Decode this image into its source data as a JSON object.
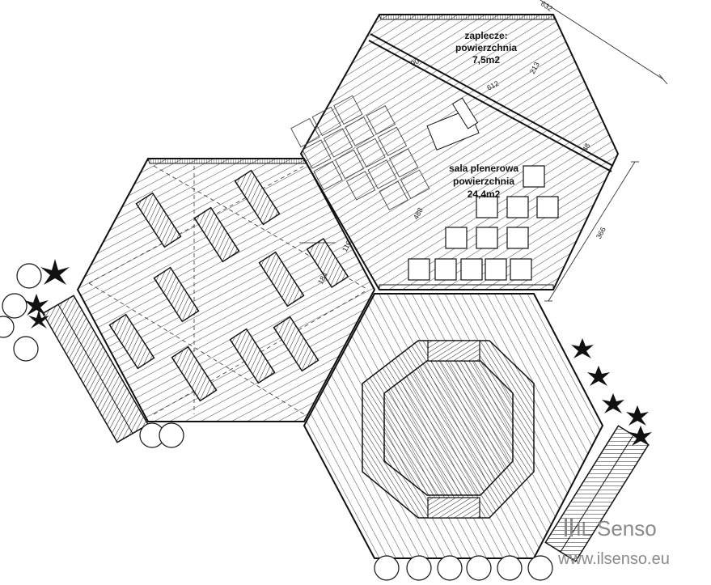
{
  "rooms": {
    "storage_label_1": "zaplecze:",
    "storage_label_2": "powierzchnia",
    "storage_label_3": "7,5m2",
    "hall_label_1": "sala plenerowa",
    "hall_label_2": "powierzchnia",
    "hall_label_3": "24,4m2"
  },
  "dimensions": {
    "d_632": "632",
    "d_213": "213",
    "d_90": "90",
    "d_612": "612",
    "d_48": "48",
    "d_488": "488",
    "d_366": "366",
    "d_110": "110",
    "d_184": "184"
  },
  "brand": {
    "logo_il": "IL",
    "logo_senso": "Senso",
    "url": "www.ilsenso.eu"
  },
  "colors": {
    "line": "#1a1a1a",
    "logo": "#8a8a8a"
  }
}
